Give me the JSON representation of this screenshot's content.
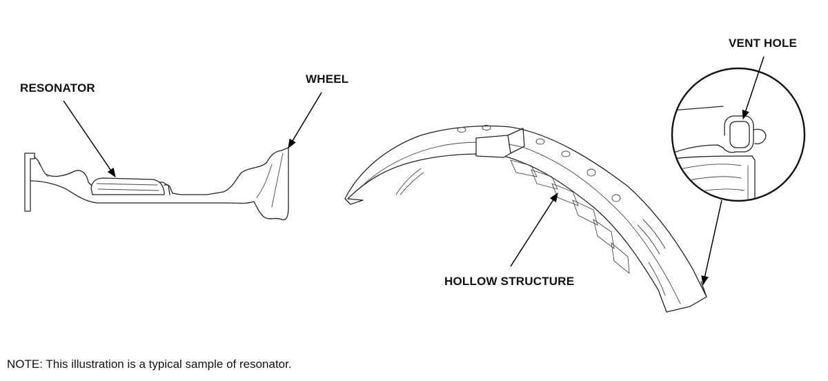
{
  "labels": {
    "resonator": "RESONATOR",
    "wheel": "WHEEL",
    "vent_hole": "VENT HOLE",
    "hollow_structure": "HOLLOW STRUCTURE"
  },
  "note": "NOTE: This illustration is a typical sample of resonator."
}
